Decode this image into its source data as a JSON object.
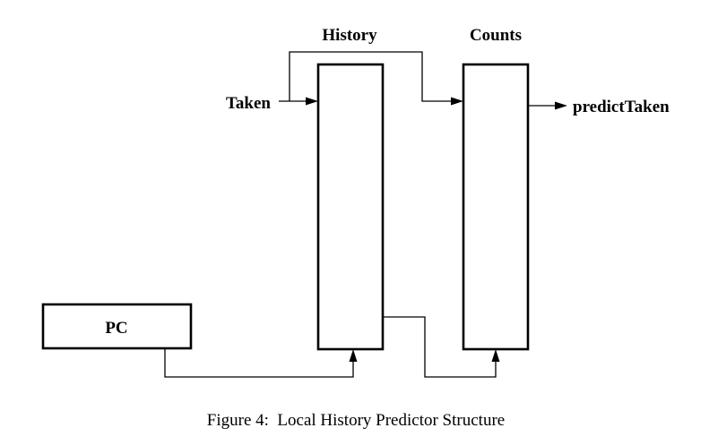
{
  "diagram": {
    "history_label": "History",
    "counts_label": "Counts",
    "taken_label": "Taken",
    "predict_label": "predictTaken",
    "pc_label": "PC"
  },
  "caption": "Figure 4:  Local History Predictor Structure"
}
